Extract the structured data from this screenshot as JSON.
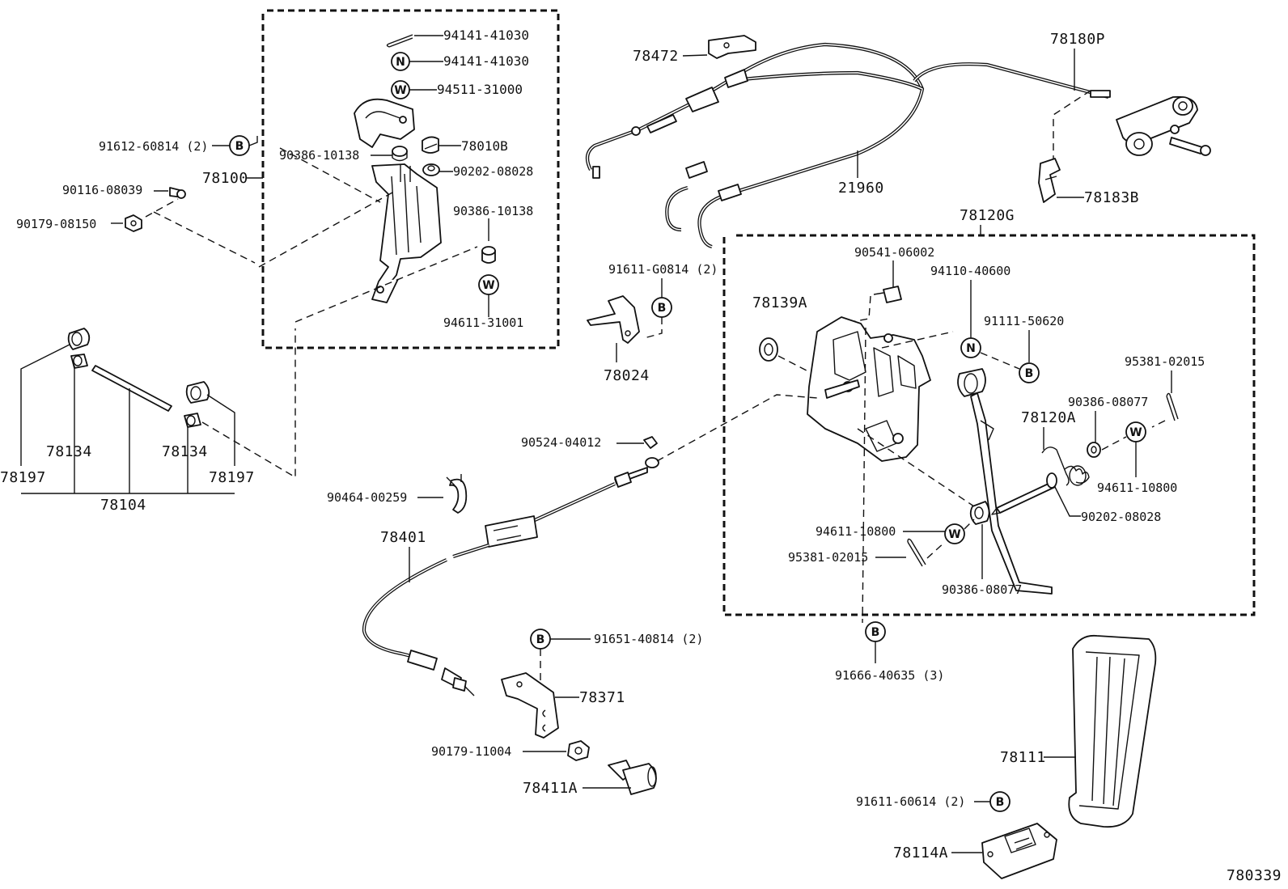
{
  "diagram_id": "780339",
  "parts": {
    "p94141_41030_pin": "94141-41030",
    "p94141_41030_nut": "94141-41030",
    "p94511_31000": "94511-31000",
    "p78010B": "78010B",
    "p90202_08028_top": "90202-08028",
    "p90386_10138_a": "90386-10138",
    "p90386_10138_b": "90386-10138",
    "p94611_31001": "94611-31001",
    "p91612_60814": "91612-60814 (2)",
    "p78100": "78100",
    "p90116_08039": "90116-08039",
    "p90179_08150": "90179-08150",
    "p78134_left": "78134",
    "p78134_right": "78134",
    "p78197_left": "78197",
    "p78197_right": "78197",
    "p78104": "78104",
    "p78472": "78472",
    "p78180P": "78180P",
    "p21960": "21960",
    "p78183B": "78183B",
    "p78120G": "78120G",
    "p91611_G0814": "91611-G0814 (2)",
    "p78024": "78024",
    "p90541_06002": "90541-06002",
    "p94110_40600": "94110-40600",
    "p78139A": "78139A",
    "p91111_50620": "91111-50620",
    "p95381_02015_right": "95381-02015",
    "p90386_08077_right": "90386-08077",
    "p78120A": "78120A",
    "p94611_10800_right": "94611-10800",
    "p90202_08028_bottom": "90202-08028",
    "p94611_10800_left": "94611-10800",
    "p95381_02015_left": "95381-02015",
    "p90386_08077_bottom": "90386-08077",
    "p91666_40635": "91666-40635 (3)",
    "p90524_04012": "90524-04012",
    "p90464_00259": "90464-00259",
    "p78401": "78401",
    "p91651_40814": "91651-40814 (2)",
    "p78371": "78371",
    "p90179_11004": "90179-11004",
    "p78411A": "78411A",
    "p78111": "78111",
    "p91611_60614": "91611-60614 (2)",
    "p78114A": "78114A"
  },
  "symbols": {
    "bolt": "B",
    "nut": "N",
    "washer": "W"
  }
}
